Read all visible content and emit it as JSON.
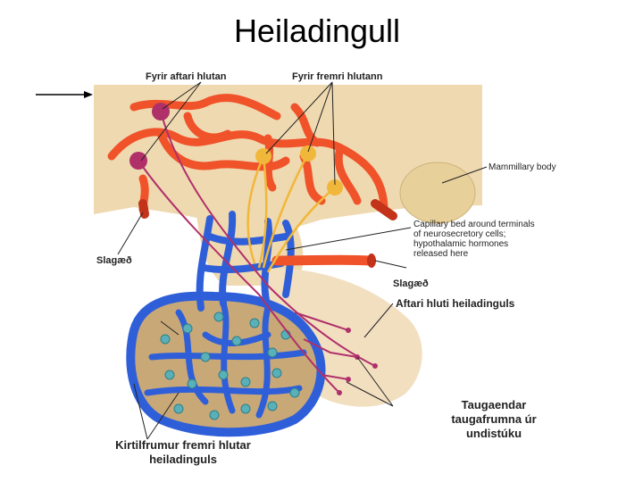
{
  "title": "Heiladingull",
  "labels": {
    "posterior_upper": "Fyrir aftari hlutan",
    "anterior_upper": "Fyrir fremri hlutann",
    "mammillary_body": "Mammillary body",
    "capillary_line1": "Capillary bed around terminals",
    "capillary_line2": "of neurosecretory cells;",
    "capillary_line3": "hypothalamic hormones",
    "capillary_line4": "released here",
    "artery_left": "Slagæð",
    "artery_right": "Slagæð",
    "posterior_pituitary": "Aftari hluti heiladinguls",
    "nerve_endings_line1": "Taugaendar",
    "nerve_endings_line2": "taugafrumna úr",
    "nerve_endings_line3": "undistúku",
    "anterior_cells_line1": "Kirtilfrumur fremri hlutar",
    "anterior_cells_line2": "heiladinguls"
  },
  "colors": {
    "tissue": "#efd9b0",
    "artery": "#f0522a",
    "artery_dark": "#c2331a",
    "vein": "#2f5fd8",
    "vein_dark": "#1b3a99",
    "neuron": "#f1b73a",
    "axon": "#b0306a",
    "gland": "#c9a878",
    "cell": "#5ab0b8"
  }
}
